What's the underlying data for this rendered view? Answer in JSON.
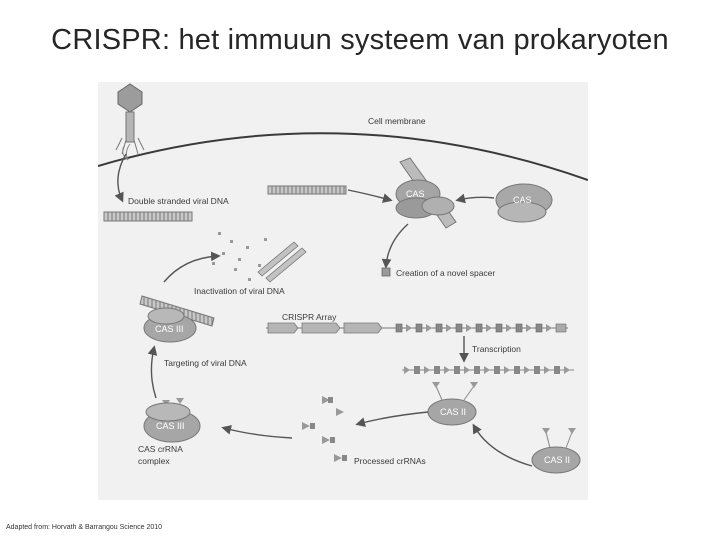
{
  "slide": {
    "title": "CRISPR: het immuun systeem van prokaryoten",
    "credit": "Adapted from: Horvath & Barrangou Science 2010"
  },
  "figure": {
    "labels": {
      "cell_membrane": "Cell membrane",
      "double_stranded_viral_dna": "Double stranded viral DNA",
      "inactivation": "Inactivation of viral DNA",
      "creation_spacer": "Creation of a novel spacer",
      "crispr_array": "CRISPR Array",
      "transcription": "Transcription",
      "targeting": "Targeting of viral DNA",
      "cas_crrna_complex_line1": "CAS crRNA",
      "cas_crrna_complex_line2": "complex",
      "processed_crrnas": "Processed crRNAs"
    },
    "cas": {
      "cas": "CAS",
      "cas_free": "CAS",
      "cas_iii_top": "CAS III",
      "cas_iii_bottom": "CAS III",
      "cas_ii_mid": "CAS II",
      "cas_ii_right": "CAS II"
    },
    "colors": {
      "panel": "#f1f1f1",
      "arrow": "#555555",
      "protein_fill": "#aaaaaa",
      "protein_dark": "#888888",
      "dna": "#9a9a9a",
      "text": "#3a3a3a"
    }
  }
}
